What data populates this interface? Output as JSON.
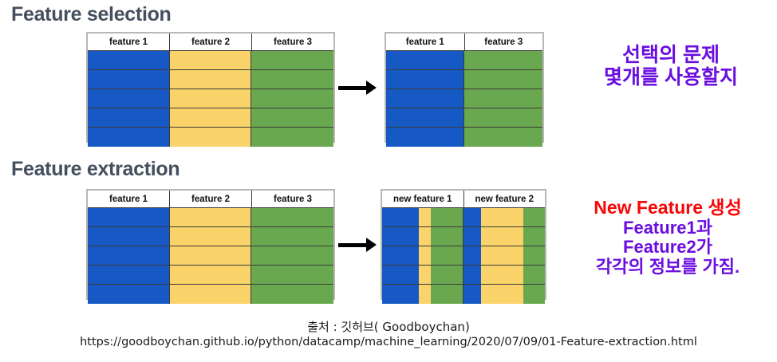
{
  "slide": {
    "background": "#ffffff",
    "sections": [
      {
        "id": "feature-selection",
        "title": "Feature selection",
        "source_table": {
          "headers": [
            "feature 1",
            "feature 2",
            "feature 3"
          ],
          "row_count": 5,
          "column_colors": [
            "#1659C4",
            "#FAD46B",
            "#6AA84F"
          ],
          "column_widths_pct": [
            33.33,
            33.33,
            33.34
          ]
        },
        "result_table": {
          "headers": [
            "feature 1",
            "feature 3"
          ],
          "row_count": 5,
          "column_colors": [
            "#1659C4",
            "#6AA84F"
          ],
          "column_widths_pct": [
            50,
            50
          ]
        },
        "arrow": "arrow-right",
        "annotation": {
          "lines": [
            {
              "text": "선택의 문제",
              "color": "#6A0DE0"
            },
            {
              "text": "몇개를 사용할지",
              "color": "#6A0DE0"
            }
          ]
        }
      },
      {
        "id": "feature-extraction",
        "title": "Feature extraction",
        "source_table": {
          "headers": [
            "feature 1",
            "feature 2",
            "feature 3"
          ],
          "row_count": 5,
          "column_colors": [
            "#1659C4",
            "#FAD46B",
            "#6AA84F"
          ],
          "column_widths_pct": [
            33.33,
            33.33,
            33.34
          ]
        },
        "result_table": {
          "headers": [
            "new feature 1",
            "new feature 2"
          ],
          "row_count": 5,
          "column_widths_pct": [
            50,
            50
          ],
          "stripes": [
            {
              "column": "new feature 1",
              "segments": [
                {
                  "color": "#1659C4",
                  "width_pct": 45
                },
                {
                  "color": "#FAD46B",
                  "width_pct": 15
                },
                {
                  "color": "#6AA84F",
                  "width_pct": 40
                }
              ]
            },
            {
              "column": "new feature 2",
              "segments": [
                {
                  "color": "#1659C4",
                  "width_pct": 22
                },
                {
                  "color": "#FAD46B",
                  "width_pct": 52
                },
                {
                  "color": "#6AA84F",
                  "width_pct": 26
                }
              ]
            }
          ]
        },
        "arrow": "arrow-right",
        "annotation": {
          "lines": [
            {
              "text": "New Feature 생성",
              "color": "#FA0505"
            },
            {
              "text": "Feature1과",
              "color": "#6A0DE0"
            },
            {
              "text": "Feature2가",
              "color": "#6A0DE0"
            },
            {
              "text": "각각의 정보를 가짐.",
              "color": "#6A0DE0"
            }
          ]
        }
      }
    ],
    "caption": {
      "line1": "출처 : 깃허브( Goodboychan)",
      "line2": "https://goodboychan.github.io/python/datacamp/machine_learning/2020/07/09/01-Feature-extraction.html"
    },
    "colors": {
      "blue": "#1659C4",
      "yellow": "#FAD46B",
      "green": "#6AA84F",
      "title_gray": "#454F5E",
      "purple": "#6A0DE0",
      "red": "#FA0505",
      "table_border": "#b7b7b7",
      "grid_line": "#3b3b3b"
    }
  }
}
